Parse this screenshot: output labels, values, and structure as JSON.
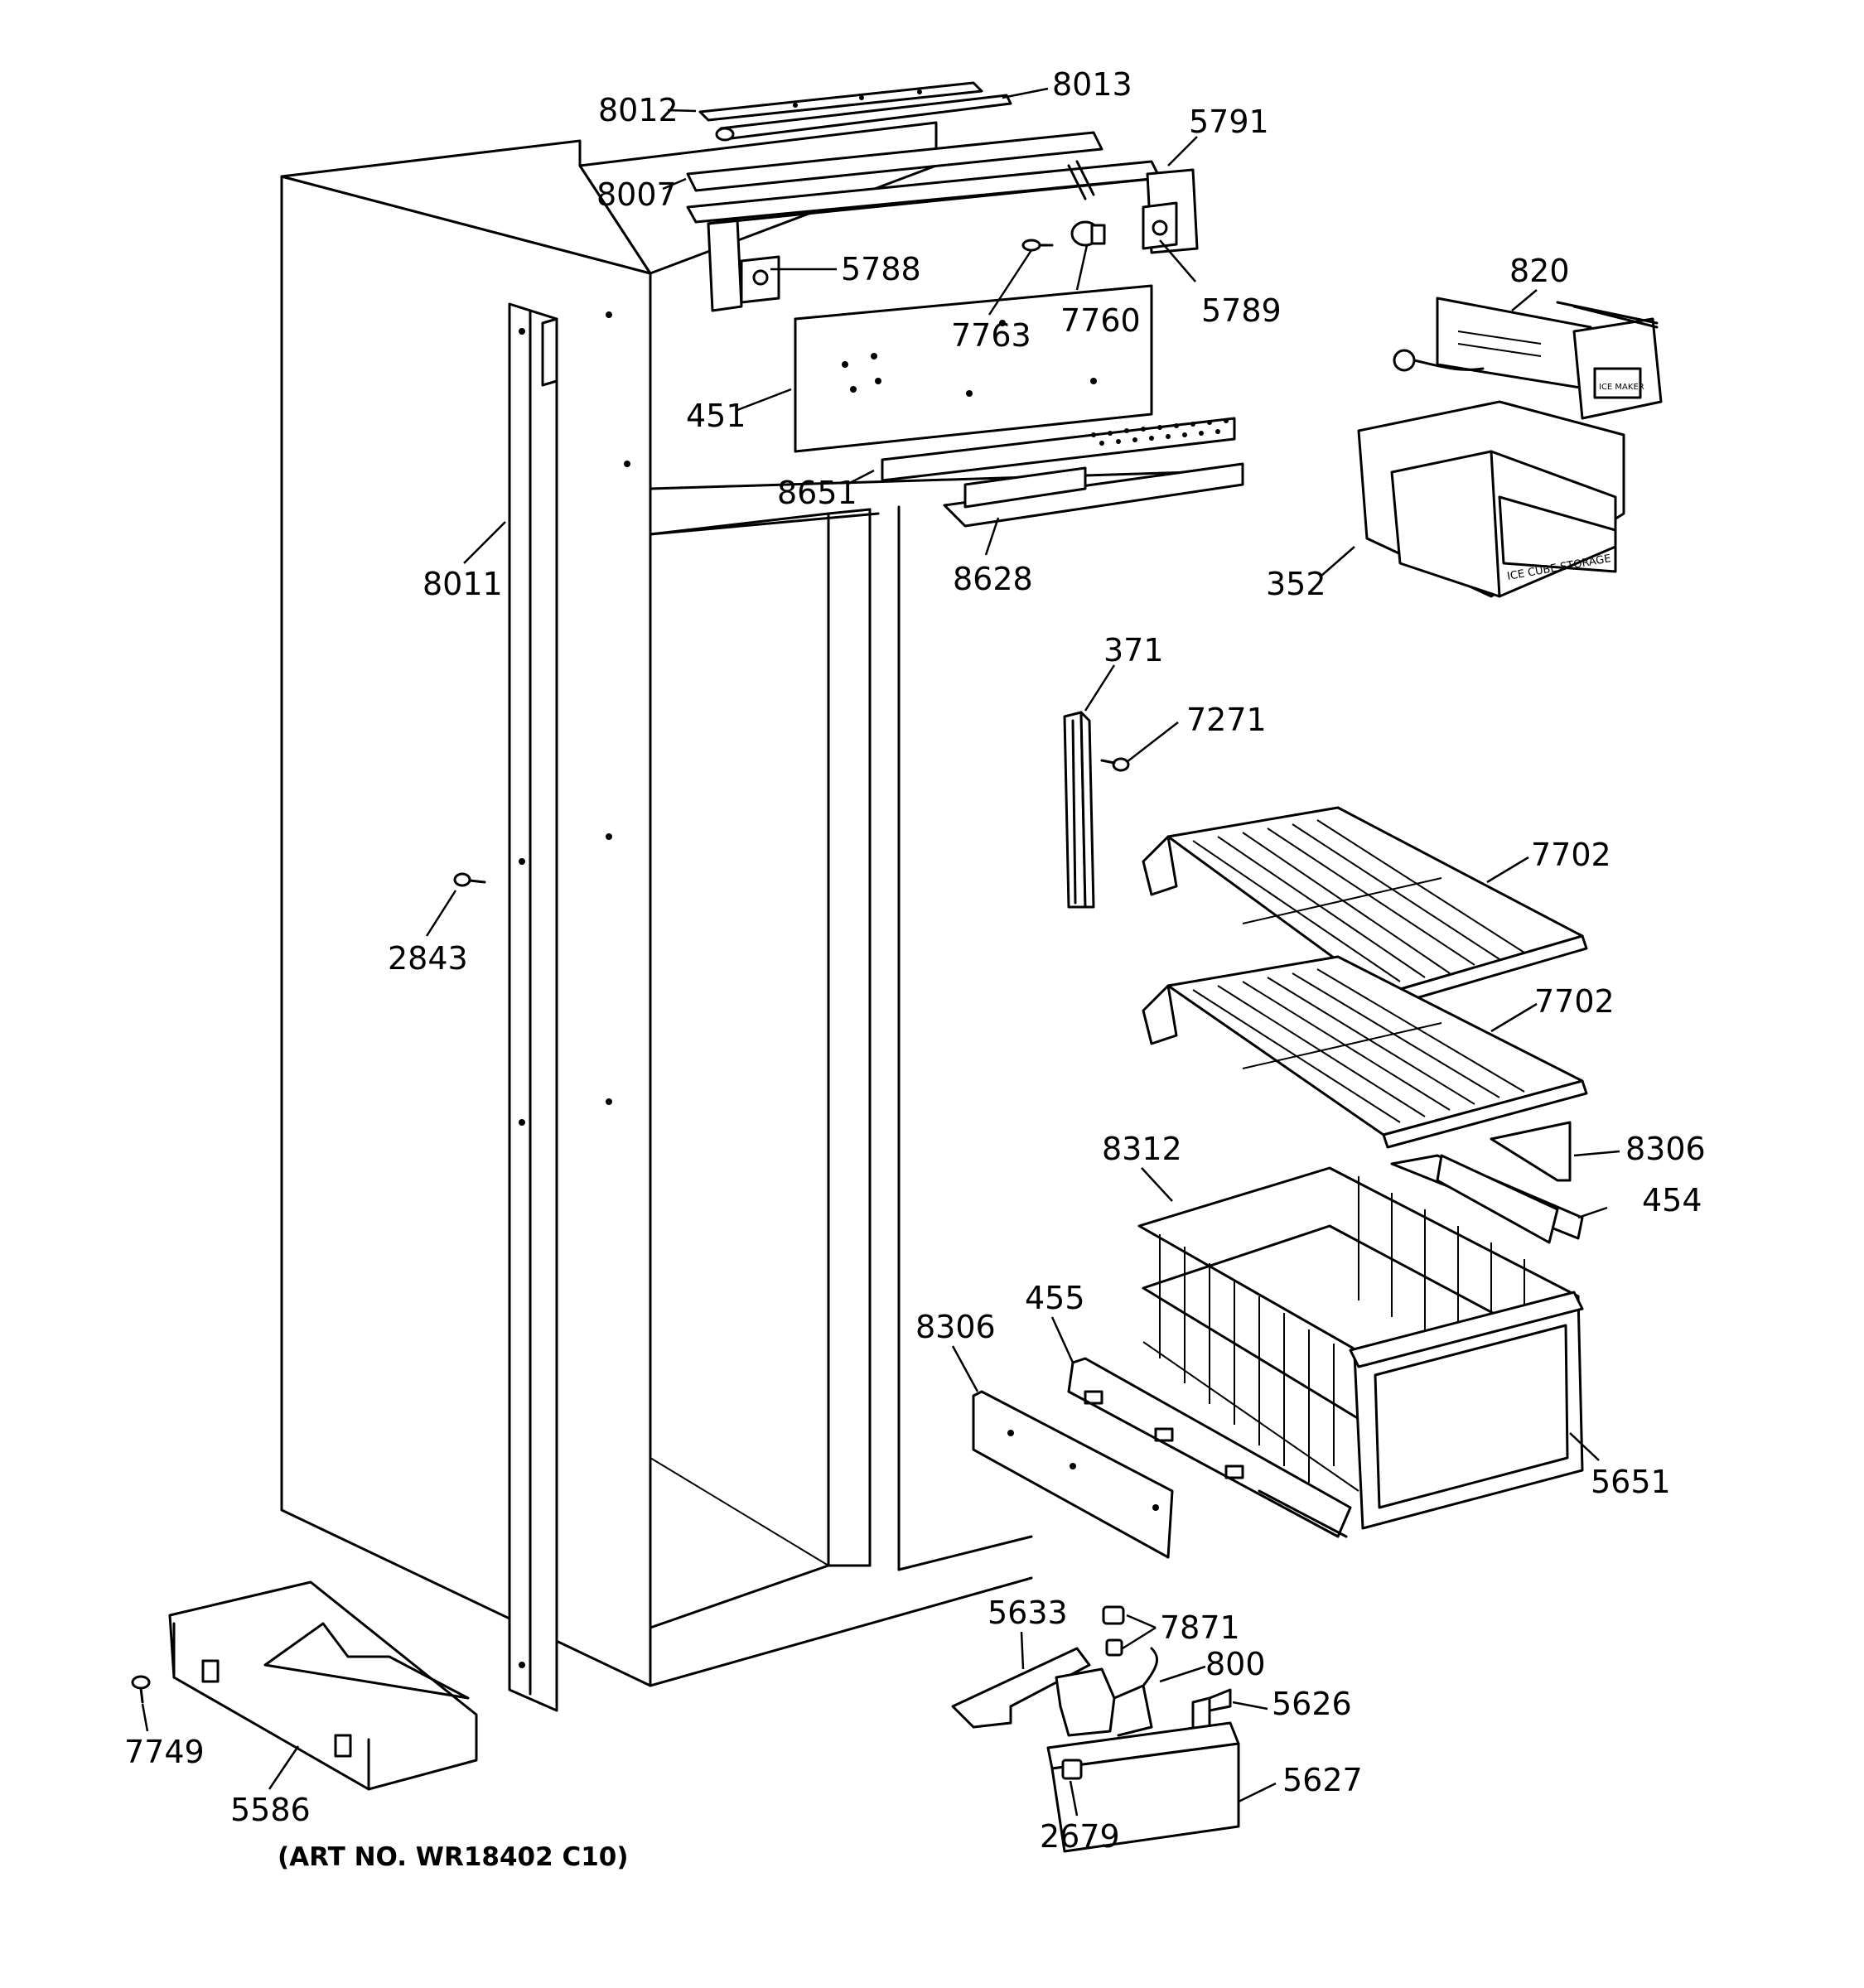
{
  "diagram": {
    "part_labels": {
      "p8012": "8012",
      "p8013": "8013",
      "p5791": "5791",
      "p8007": "8007",
      "p5788": "5788",
      "p7763": "7763",
      "p7760": "7760",
      "p5789": "5789",
      "p820": "820",
      "p451": "451",
      "p8651": "8651",
      "p8628": "8628",
      "p8011": "8011",
      "p352": "352",
      "p371": "371",
      "p7271": "7271",
      "p7702a": "7702",
      "p7702b": "7702",
      "p2843": "2843",
      "p8312": "8312",
      "p8306a": "8306",
      "p454": "454",
      "p455": "455",
      "p8306b": "8306",
      "p5651": "5651",
      "p5633": "5633",
      "p7871": "7871",
      "p800": "800",
      "p5626": "5626",
      "p5627": "5627",
      "p2679": "2679",
      "p7749": "7749",
      "p5586": "5586"
    },
    "embossed_text": {
      "ice_maker": "ICE MAKER",
      "ice_bucket": "ICE CUBE STORAGE"
    },
    "art_number": "(ART NO. WR18402 C10)"
  }
}
